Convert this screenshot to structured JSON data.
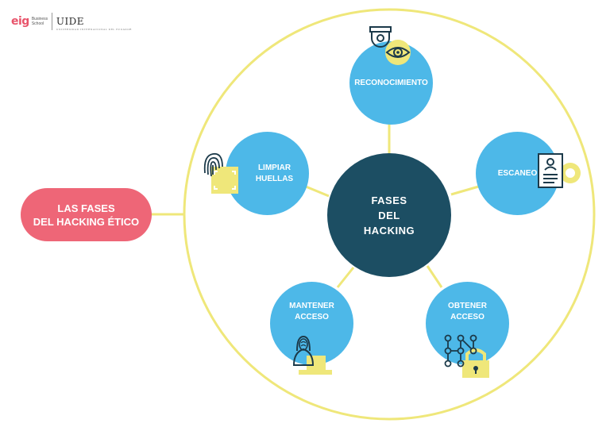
{
  "logo": {
    "eig_text": "eig",
    "eig_sub_1": "Business",
    "eig_sub_2": "School",
    "uide_text": "UIDE",
    "uide_sub": "UNIVERSIDAD INTERNACIONAL DEL ECUADOR"
  },
  "title": {
    "line1": "LAS FASES",
    "line2": "DEL HACKING ÉTICO"
  },
  "center": {
    "line1": "FASES",
    "line2": "DEL",
    "line3": "HACKING"
  },
  "phases": {
    "reconocimiento": {
      "line1": "RECONOCIMIENTO"
    },
    "escaneo": {
      "line1": "ESCANEO"
    },
    "obtener_acceso": {
      "line1": "OBTENER",
      "line2": "ACCESO"
    },
    "mantener_acceso": {
      "line1": "MANTENER",
      "line2": "ACCESO"
    },
    "limpiar_huellas": {
      "line1": "LIMPIAR",
      "line2": "HUELLAS"
    }
  },
  "colors": {
    "ring": "#efe77a",
    "phase_fill": "#4db8e8",
    "center_fill": "#1c4e63",
    "title_fill": "#ee6677",
    "icon_yellow": "#efe77a",
    "icon_dark": "#1c3a4a"
  }
}
